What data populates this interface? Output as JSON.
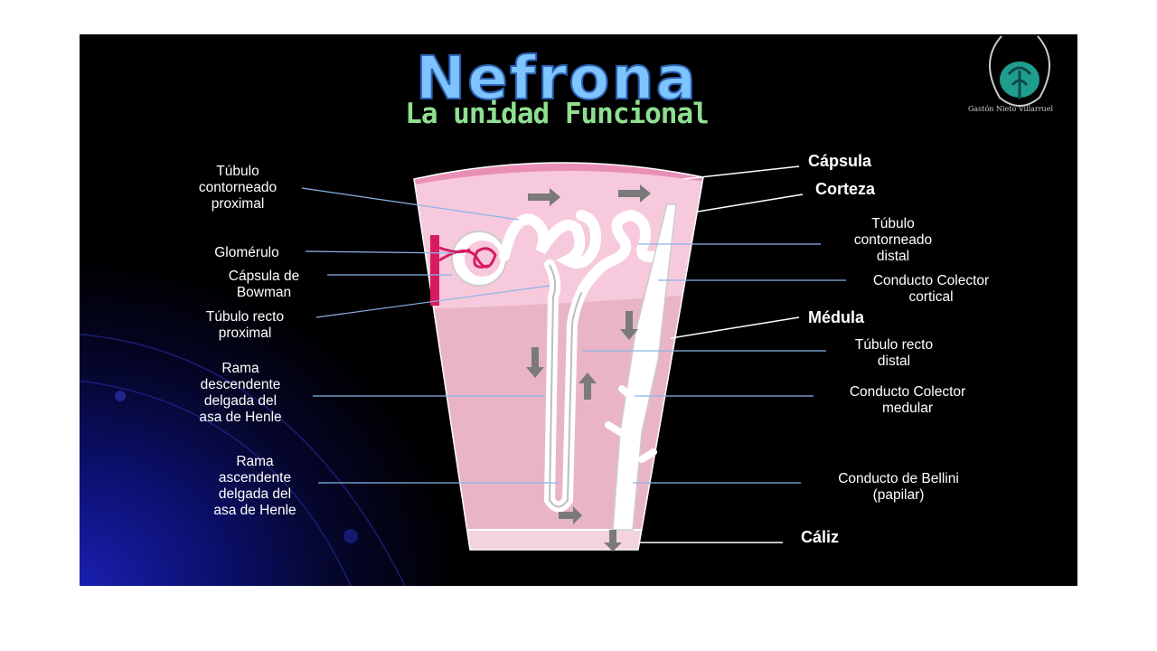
{
  "title": "Nefrona",
  "subtitle": "La unidad Funcional",
  "logo_author": "Gastón Nieto Villarruel",
  "colors": {
    "capsule": "#e98fb5",
    "cortex": "#f7c9dc",
    "medulla": "#e9b5c6",
    "tubule": "#ffffff",
    "glomerulus": "#d81b60",
    "leader": "#8ab4e8"
  },
  "labels_left": [
    {
      "id": "tubulo-contorneado-proximal",
      "text": "Túbulo\ncontorneado\nproximal"
    },
    {
      "id": "glomerulo",
      "text": "Glomérulo"
    },
    {
      "id": "capsula-bowman",
      "text": "Cápsula de\nBowman"
    },
    {
      "id": "tubulo-recto-proximal",
      "text": "Túbulo recto\nproximal"
    },
    {
      "id": "rama-descendente",
      "text": "Rama\ndescendente\ndelgada del\nasa de Henle"
    },
    {
      "id": "rama-ascendente",
      "text": "Rama\nascendente\ndelgada del\nasa de Henle"
    }
  ],
  "labels_right": [
    {
      "id": "capsula",
      "text": "Cápsula"
    },
    {
      "id": "corteza",
      "text": "Corteza"
    },
    {
      "id": "tubulo-contorneado-distal",
      "text": "Túbulo\ncontorneado\ndistal"
    },
    {
      "id": "conducto-colector-cortical",
      "text": "Conducto Colector\ncortical"
    },
    {
      "id": "medula",
      "text": "Médula"
    },
    {
      "id": "tubulo-recto-distal",
      "text": "Túbulo recto\ndistal"
    },
    {
      "id": "conducto-colector-medular",
      "text": "Conducto Colector\nmedular"
    },
    {
      "id": "conducto-bellini",
      "text": "Conducto de Bellini\n(papilar)"
    },
    {
      "id": "caliz",
      "text": "Cáliz"
    }
  ]
}
